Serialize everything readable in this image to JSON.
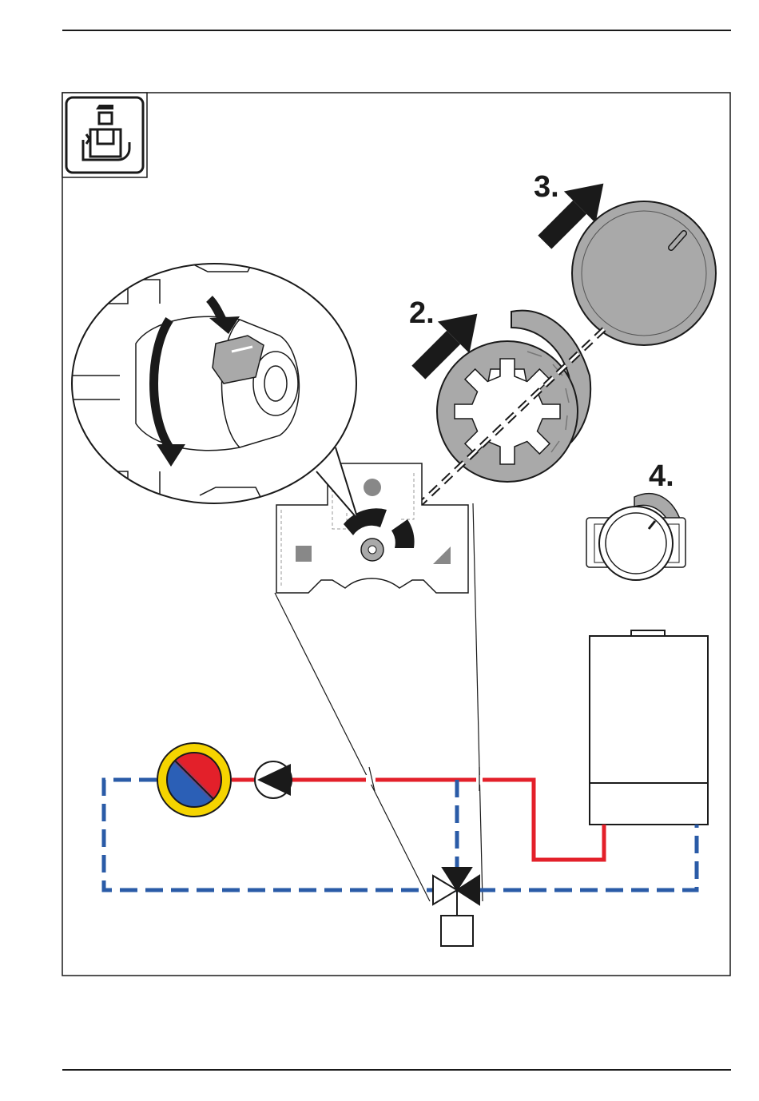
{
  "steps": {
    "step2": "2.",
    "step3": "3.",
    "step4": "4."
  },
  "icons": {
    "badge": "installer-icon",
    "pump": "pump-icon",
    "valve": "three-way-valve-icon",
    "cylinder": "hot-water-cylinder-icon",
    "boiler": "boiler-icon"
  },
  "colors": {
    "flow": "#e3202a",
    "return": "#2a5ba7",
    "cylinder_ring": "#f5d400",
    "part_gray": "#a9a9a9",
    "line": "#1a1a1a"
  }
}
